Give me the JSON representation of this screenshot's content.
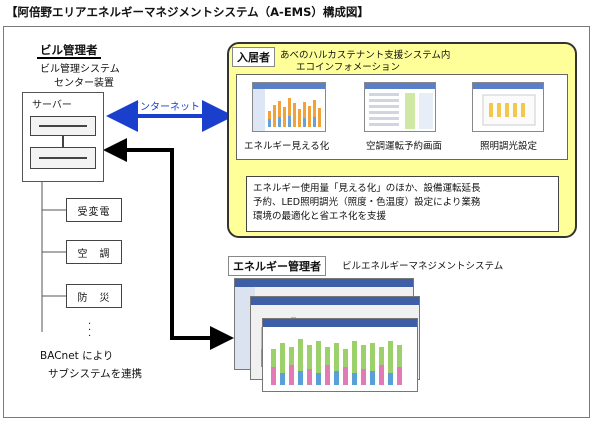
{
  "title": "【阿倍野エリアエネルギーマネジメントシステム（A-EMS）構成図】",
  "building_manager": {
    "label": "ビル管理者",
    "system_line1": "ビル管理システム",
    "system_line2": "センター装置",
    "server_label": "サーバー"
  },
  "subsystems": [
    "受変電",
    "空　調",
    "防　災"
  ],
  "bacnet": {
    "line1": "BACnet により",
    "line2": "サブシステムを連携"
  },
  "internet_label": "インターネット",
  "tenant": {
    "label": "入居者",
    "system_line1": "あべのハルカステナント支援システム内",
    "system_line2": "エコインフォメーション",
    "screens": [
      {
        "caption": "エネルギー見える化"
      },
      {
        "caption": "空調運転予約画面"
      },
      {
        "caption": "照明調光設定"
      }
    ],
    "description": [
      "エネルギー使用量「見える化」のほか、設備運転延長",
      "予約、LED照明調光（照度・色温度）設定により業務",
      "環境の最適化と省エネ化を支援"
    ]
  },
  "energy_manager": {
    "label": "エネルギー管理者",
    "system": "ビルエネルギーマネジメントシステム"
  },
  "colors": {
    "tenant_bg": "#ffff99",
    "internet_arrow": "#1a3fcc",
    "connector": "#000000"
  }
}
